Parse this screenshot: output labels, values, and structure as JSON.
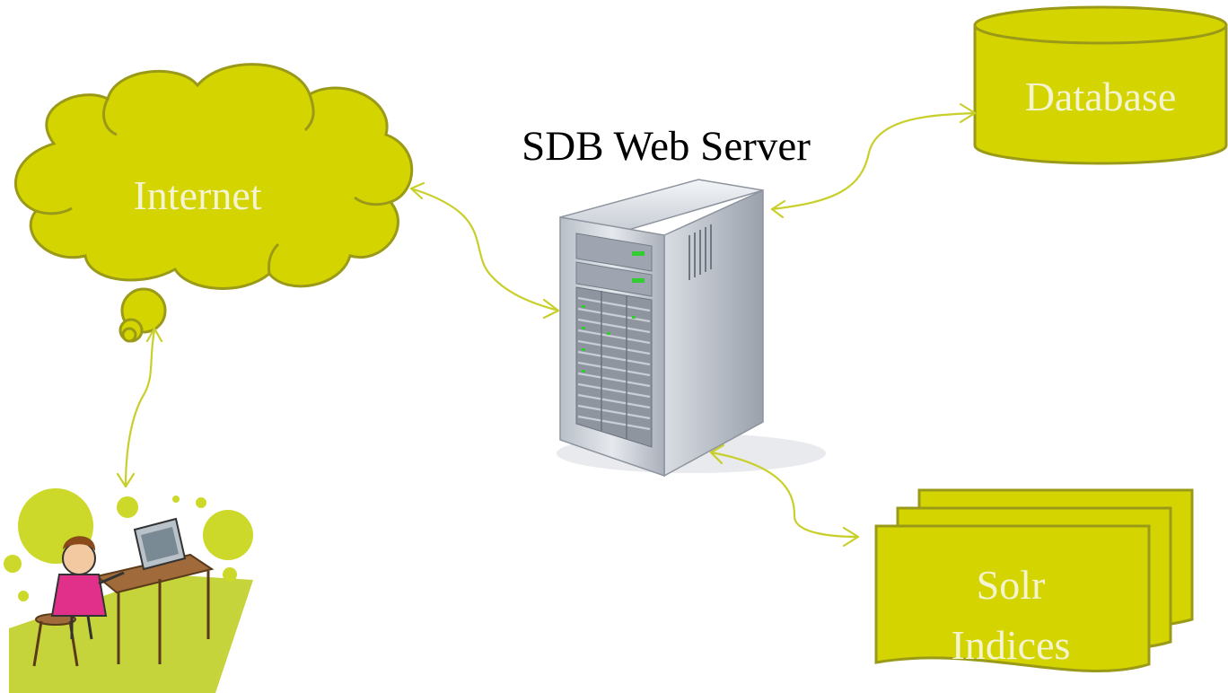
{
  "server": {
    "title": "SDB Web Server"
  },
  "nodes": {
    "internet": "Internet",
    "database": "Database",
    "solr_line1": "Solr",
    "solr_line2": "Indices"
  },
  "colors": {
    "fill": "#d4d400",
    "stroke": "#9a9a18",
    "connector": "#c9cf2a",
    "label_light": "#f4f4d0",
    "label_dark": "#000000"
  },
  "icons": {
    "server": "server-tower-icon",
    "user": "user-at-computer-icon"
  }
}
